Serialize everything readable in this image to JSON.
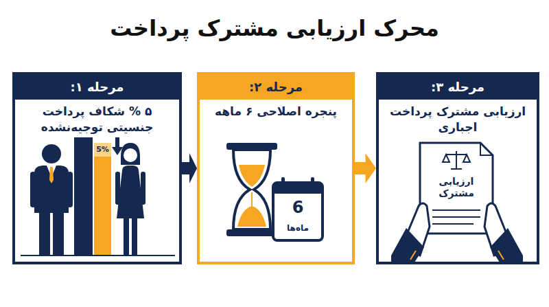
{
  "diagram": {
    "title": "محرک ارزیابی مشترک پرداخت",
    "nodes": [
      {
        "text": [
          "مرحله ۱:",
          "۵ % شکاف پرداخت جنسیتی توجیه‌نشده"
        ]
      },
      {
        "text": [
          "مرحله ۲:",
          "پنجره اصلاحی ۶ ماهه"
        ]
      },
      {
        "text": [
          "مرحله ۳:",
          "ارزیابی مشترک پرداخت اجباری"
        ]
      }
    ],
    "edges": [
      {
        "from": 0,
        "to": 1,
        "arrow": "to"
      },
      {
        "from": 1,
        "to": 2,
        "arrow": "to"
      }
    ],
    "labels": [
      "5%",
      "6",
      "ماه‌ها",
      "ارزیابی مشترک"
    ]
  }
}
